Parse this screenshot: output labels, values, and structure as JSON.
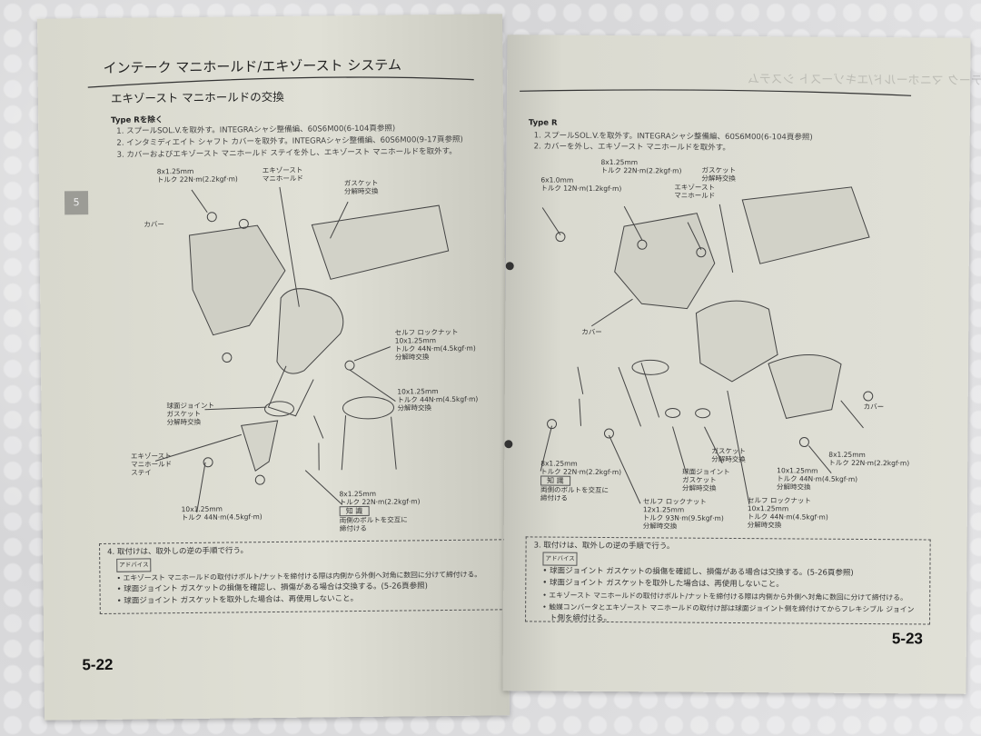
{
  "left_page": {
    "header": "インテーク マニホールド/エキゾースト システム",
    "section_title": "エキゾースト マニホールドの交換",
    "section_tab": "5",
    "condition": "Type Rを除く",
    "steps": [
      "1. スプールSOL.V.を取外す。INTEGRAシャシ整備編、60S6M00(6-104頁参照)",
      "2. インタミディエイト シャフト カバーを取外す。INTEGRAシャシ整備編、60S6M00(9-17頁参照)",
      "3. カバーおよびエキゾースト マニホールド ステイを外し、エキゾースト マニホールドを取外す。"
    ],
    "labels": {
      "bolt_top": [
        "8x1.25mm",
        "トルク 22N·m(2.2kgf·m)"
      ],
      "manifold": [
        "エキゾースト",
        "マニホールド"
      ],
      "gasket": [
        "ガスケット",
        "分解時交換"
      ],
      "cover": "カバー",
      "locknut": [
        "セルフ ロックナット",
        "10x1.25mm",
        "トルク 44N·m(4.5kgf·m)",
        "分解時交換"
      ],
      "bolt_right": [
        "10x1.25mm",
        "トルク 44N·m(4.5kgf·m)",
        "分解時交換"
      ],
      "ball_gasket": [
        "球面ジョイント",
        "ガスケット",
        "分解時交換"
      ],
      "stay": [
        "エキゾースト",
        "マニホールド",
        "ステイ"
      ],
      "stay_bolt": [
        "10x1.25mm",
        "トルク 44N·m(4.5kgf·m)"
      ],
      "bolt_bottom": [
        "8x1.25mm",
        "トルク 22N·m(2.2kgf·m)"
      ],
      "knowledge": "知 識",
      "knowledge_text": [
        "両側のボルトを交互に",
        "締付ける"
      ]
    },
    "notes": {
      "step": "4. 取付けは、取外しの逆の手順で行う。",
      "advice": "アドバイス",
      "bullets": [
        "• エキゾースト マニホールドの取付けボルト/ナットを締付ける際は内側から外側へ対角に数回に分けて締付ける。",
        "• 球面ジョイント ガスケットの損傷を確認し、損傷がある場合は交換する。(5-26頁参照)",
        "• 球面ジョイント ガスケットを取外した場合は、再使用しないこと。"
      ]
    },
    "page_number": "5-22"
  },
  "right_page": {
    "header_mirror": "インテーク マニホールド/エキゾースト システム",
    "condition": "Type R",
    "steps": [
      "1. スプールSOL.V.を取外す。INTEGRAシャシ整備編、60S6M00(6-104頁参照)",
      "2. カバーを外し、エキゾースト マニホールドを取外す。"
    ],
    "labels": {
      "bolt_6": [
        "6x1.0mm",
        "トルク 12N·m(1.2kgf·m)"
      ],
      "bolt_8_top": [
        "8x1.25mm",
        "トルク 22N·m(2.2kgf·m)"
      ],
      "gasket_top": [
        "ガスケット",
        "分解時交換"
      ],
      "manifold": [
        "エキゾースト",
        "マニホールド"
      ],
      "cover_left": "カバー",
      "cover_right": "カバー",
      "bolt_8_right": [
        "8x1.25mm",
        "トルク 22N·m(2.2kgf·m)"
      ],
      "bolt_10": [
        "10x1.25mm",
        "トルク 44N·m(4.5kgf·m)",
        "分解時交換"
      ],
      "gasket": [
        "ガスケット",
        "分解時交換"
      ],
      "ball_gasket": [
        "球面ジョイント",
        "ガスケット",
        "分解時交換"
      ],
      "bolt_8_left": [
        "8x1.25mm",
        "トルク 22N·m(2.2kgf·m)"
      ],
      "knowledge": "知 識",
      "knowledge_text": [
        "両側のボルトを交互に",
        "締付ける"
      ],
      "locknut_12": [
        "セルフ ロックナット",
        "12x1.25mm",
        "トルク 93N·m(9.5kgf·m)",
        "分解時交換"
      ],
      "locknut_10": [
        "セルフ ロックナット",
        "10x1.25mm",
        "トルク 44N·m(4.5kgf·m)",
        "分解時交換"
      ]
    },
    "notes": {
      "step": "3. 取付けは、取外しの逆の手順で行う。",
      "advice": "アドバイス",
      "bullets": [
        "• 球面ジョイント ガスケットの損傷を確認し、損傷がある場合は交換する。(5-26頁参照)",
        "• 球面ジョイント ガスケットを取外した場合は、再使用しないこと。",
        "• エキゾースト マニホールドの取付けボルト/ナットを締付ける際は内側から外側へ対角に数回に分けて締付ける。",
        "• 触媒コンバータとエキゾースト マニホールドの取付け部は球面ジョイント側を締付けてからフレキシブル ジョイン",
        "ト側を締付ける。"
      ]
    },
    "page_number": "5-23"
  }
}
